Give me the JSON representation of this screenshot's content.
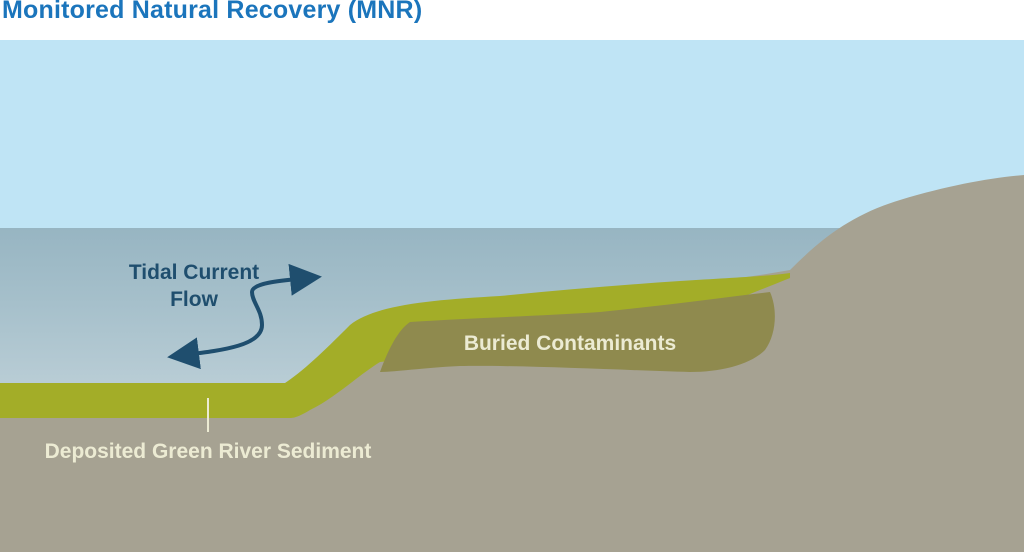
{
  "title": "Monitored Natural Recovery (MNR)",
  "labels": {
    "tidal_current_line1": "Tidal Current",
    "tidal_current_line2": "Flow",
    "buried_contaminants": "Buried Contaminants",
    "deposited_sediment": "Deposited Green River Sediment"
  },
  "colors": {
    "title": "#1b75bc",
    "sky": "#bfe4f5",
    "water_top": "#97b5c2",
    "water_bottom": "#bccfd7",
    "ground": "#a6a292",
    "sediment": "#a3ad28",
    "contaminants": "#8f8a4e",
    "arrow": "#1f4e6e",
    "label_light": "#ecebd3",
    "label_dark": "#1f4e6e"
  }
}
